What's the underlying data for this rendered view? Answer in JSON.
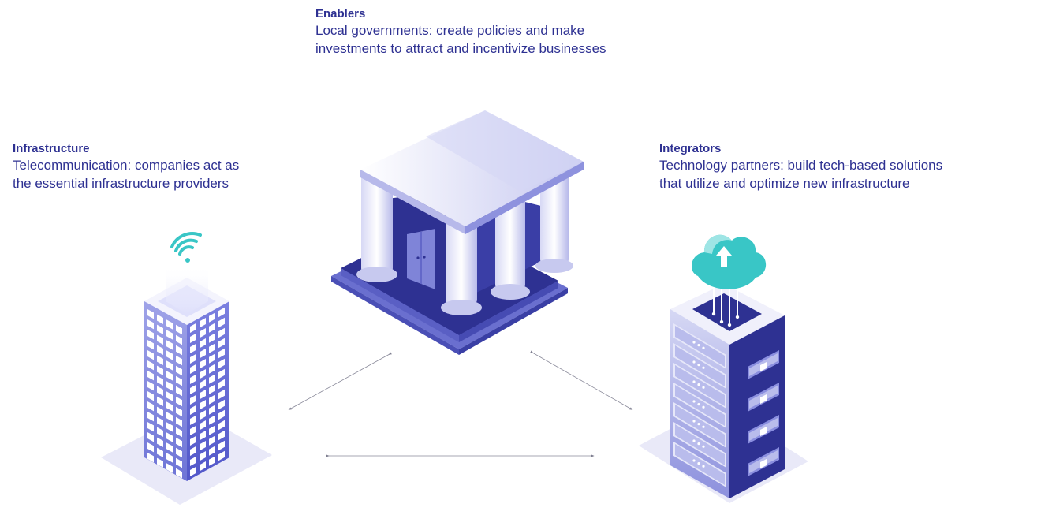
{
  "enablers": {
    "title": "Enablers",
    "line1": "Local governments: create policies and make",
    "line2": "investments to attract and incentivize businesses"
  },
  "infrastructure": {
    "title": "Infrastructure",
    "line1": "Telecommunication: companies act as",
    "line2": "the essential infrastructure providers"
  },
  "integrators": {
    "title": "Integrators",
    "line1": "Technology partners: build tech-based solutions",
    "line2": "that utilize and optimize new infrastructure"
  },
  "colors": {
    "navy": "#2e3192",
    "lavender": "#a9abe8",
    "light_lavender": "#e9e9f8",
    "teal": "#39c6c6",
    "connector": "#7d7d8f"
  },
  "icons": [
    "government-building-icon",
    "office-tower-icon",
    "wifi-icon",
    "server-rack-icon",
    "cloud-upload-icon"
  ]
}
